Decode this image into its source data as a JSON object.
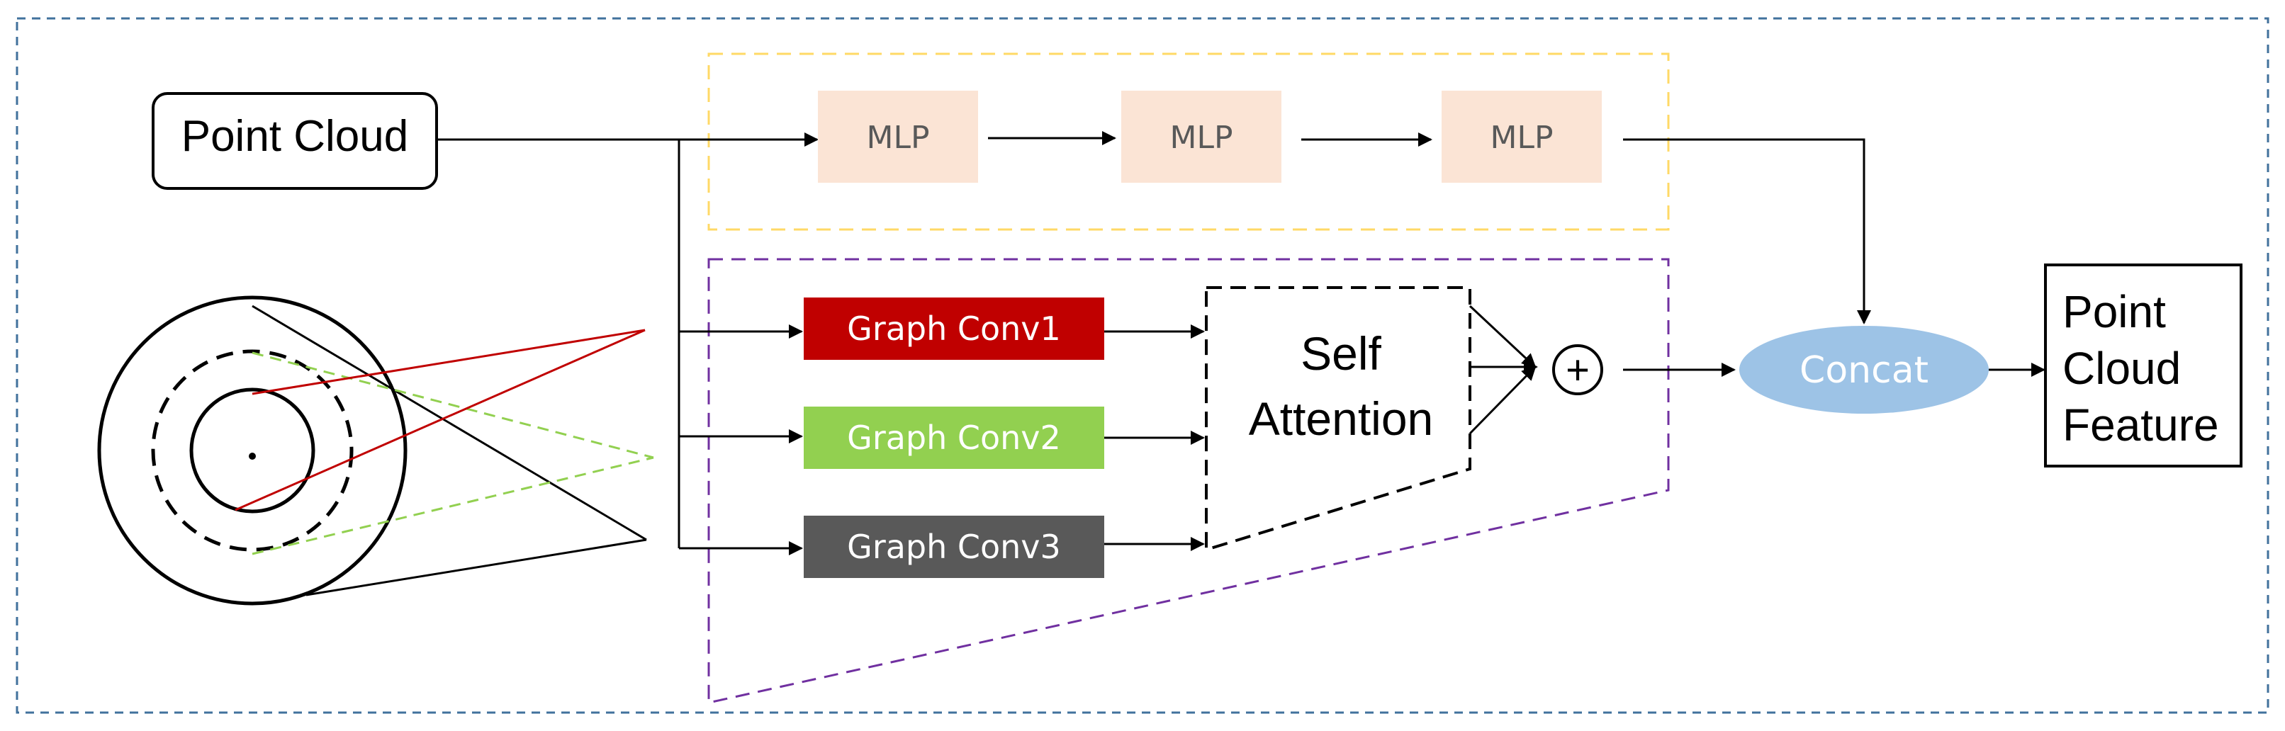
{
  "input": {
    "label": "Point Cloud"
  },
  "mlp_branch": {
    "blocks": [
      {
        "label": "MLP"
      },
      {
        "label": "MLP"
      },
      {
        "label": "MLP"
      }
    ],
    "block_color": "#fbe4d5",
    "text_color": "#595959"
  },
  "graph_branch": {
    "convs": [
      {
        "label": "Graph Conv1",
        "color": "#c00000"
      },
      {
        "label": "Graph Conv2",
        "color": "#92d050"
      },
      {
        "label": "Graph Conv3",
        "color": "#595959"
      }
    ],
    "attention": {
      "line1": "Self",
      "line2": "Attention"
    },
    "add_symbol": "+"
  },
  "concat": {
    "label": "Concat",
    "color": "#9dc3e6"
  },
  "output": {
    "line1": "Point",
    "line2": "Cloud",
    "line3": "Feature"
  },
  "colors": {
    "outer_frame": "#41719c",
    "mlp_frame": "#ffd966",
    "graph_frame": "#7030a0",
    "receptive_inner": "#c00000",
    "receptive_middle": "#92d050",
    "receptive_outer": "#000000"
  }
}
